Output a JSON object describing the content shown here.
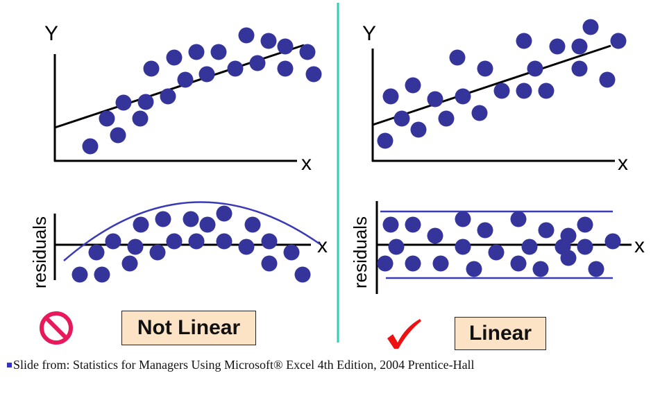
{
  "colors": {
    "dot": "#34349a",
    "axis": "#000000",
    "divider": "#2ecfb4",
    "curve": "#3a3ab8",
    "band": "#3a3ab8",
    "box_fill": "#fde3c6",
    "no_sign": "#e8195a",
    "check": "#ee1111"
  },
  "left_panel": {
    "y_axis_label": "Y",
    "x_axis_label": "x",
    "residual_axis_label": "residuals",
    "residual_x_label": "x",
    "verdict_label": "Not Linear",
    "verdict_icon": "prohibited-sign-icon"
  },
  "right_panel": {
    "y_axis_label": "Y",
    "x_axis_label": "x",
    "residual_axis_label": "residuals",
    "residual_x_label": "x",
    "verdict_label": "Linear",
    "verdict_icon": "checkmark-icon"
  },
  "footer": {
    "text": "Slide from: Statistics for Managers  Using Microsoft® Excel  4th Edition, 2004 Prentice-Hall"
  }
}
